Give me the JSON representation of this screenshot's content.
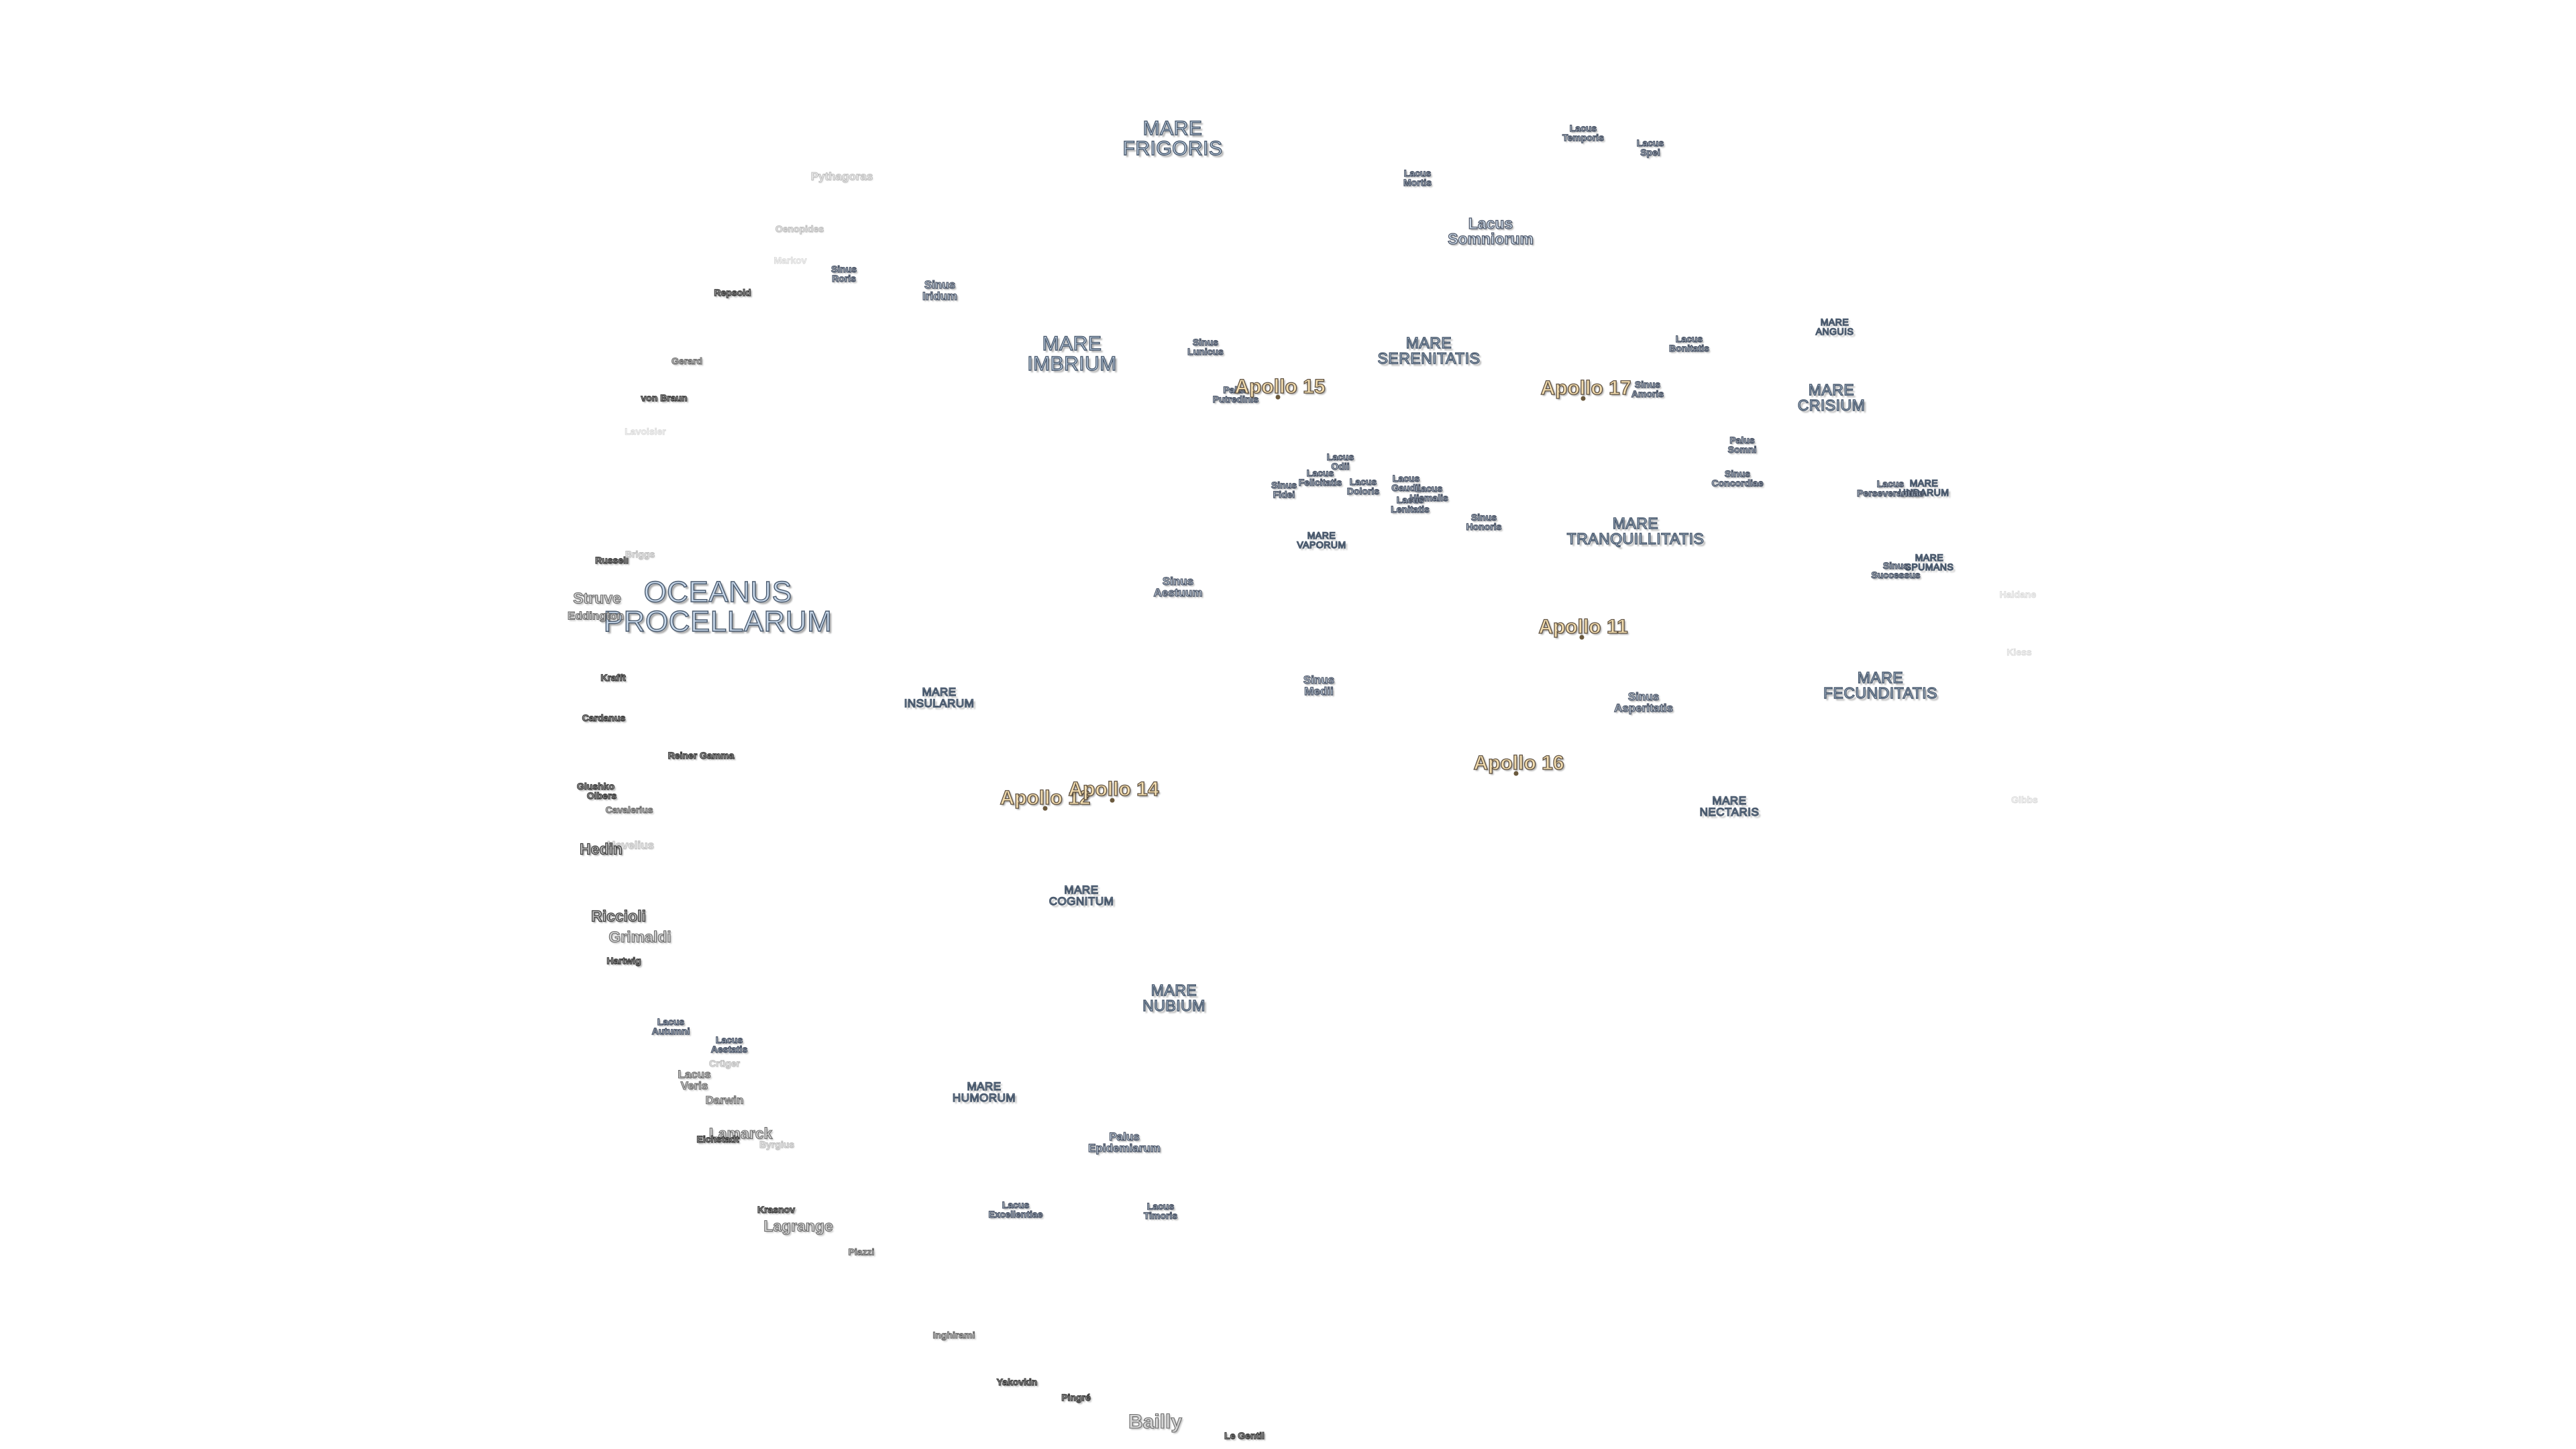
{
  "map": {
    "maria": [
      {
        "id": "oceanus-procellarum",
        "lines": [
          "OCEANUS",
          "PROCELLARUM"
        ]
      },
      {
        "id": "mare-frigoris",
        "lines": [
          "MARE",
          "FRIGORIS"
        ]
      },
      {
        "id": "mare-imbrium",
        "lines": [
          "MARE",
          "IMBRIUM"
        ]
      },
      {
        "id": "mare-serenitatis",
        "lines": [
          "MARE",
          "SERENITATIS"
        ]
      },
      {
        "id": "mare-tranquillitatis",
        "lines": [
          "MARE",
          "TRANQUILLITATIS"
        ]
      },
      {
        "id": "mare-crisium",
        "lines": [
          "MARE",
          "CRISIUM"
        ]
      },
      {
        "id": "mare-fecunditatis",
        "lines": [
          "MARE",
          "FECUNDITATIS"
        ]
      },
      {
        "id": "mare-nectaris",
        "lines": [
          "MARE",
          "NECTARIS"
        ]
      },
      {
        "id": "mare-insularum",
        "lines": [
          "MARE",
          "INSULARUM"
        ]
      },
      {
        "id": "mare-cognitum",
        "lines": [
          "MARE",
          "COGNITUM"
        ]
      },
      {
        "id": "mare-nubium",
        "lines": [
          "MARE",
          "NUBIUM"
        ]
      },
      {
        "id": "mare-humorum",
        "lines": [
          "MARE",
          "HUMORUM"
        ]
      },
      {
        "id": "mare-vaporum",
        "lines": [
          "MARE",
          "VAPORUM"
        ]
      },
      {
        "id": "mare-anguis",
        "lines": [
          "MARE",
          "ANGUIS"
        ]
      },
      {
        "id": "mare-undarum",
        "lines": [
          "MARE",
          "UNDARUM"
        ]
      },
      {
        "id": "mare-spumans",
        "lines": [
          "MARE",
          "SPUMANS"
        ]
      }
    ],
    "minor_features": [
      {
        "id": "lacus-temporis",
        "lines": [
          "Lacus",
          "Temporis"
        ]
      },
      {
        "id": "lacus-spei",
        "lines": [
          "Lacus",
          "Spei"
        ]
      },
      {
        "id": "lacus-mortis",
        "lines": [
          "Lacus",
          "Mortis"
        ]
      },
      {
        "id": "lacus-somniorum",
        "lines": [
          "Lacus",
          "Somniorum"
        ]
      },
      {
        "id": "sinus-roris",
        "lines": [
          "Sinus",
          "Roris"
        ]
      },
      {
        "id": "sinus-iridum",
        "lines": [
          "Sinus",
          "Iridum"
        ]
      },
      {
        "id": "sinus-lunicus",
        "lines": [
          "Sinus",
          "Lunicus"
        ]
      },
      {
        "id": "palus-putredinis",
        "lines": [
          "Palus",
          "Putredinis"
        ]
      },
      {
        "id": "lacus-bonitatis",
        "lines": [
          "Lacus",
          "Bonitatis"
        ]
      },
      {
        "id": "sinus-amoris",
        "lines": [
          "Sinus",
          "Amoris"
        ]
      },
      {
        "id": "palus-somni",
        "lines": [
          "Palus",
          "Somni"
        ]
      },
      {
        "id": "sinus-concordiae",
        "lines": [
          "Sinus",
          "Concordiae"
        ]
      },
      {
        "id": "lacus-perseverantiae",
        "lines": [
          "Lacus",
          "Perseverantiae"
        ]
      },
      {
        "id": "sinus-successus",
        "lines": [
          "Sinus",
          "Successus"
        ]
      },
      {
        "id": "lacus-odii",
        "lines": [
          "Lacus",
          "Odii"
        ]
      },
      {
        "id": "lacus-felicitatis",
        "lines": [
          "Lacus",
          "Felicitatis"
        ]
      },
      {
        "id": "lacus-doloris",
        "lines": [
          "Lacus",
          "Doloris"
        ]
      },
      {
        "id": "sinus-fidei",
        "lines": [
          "Sinus",
          "Fidei"
        ]
      },
      {
        "id": "lacus-gaudii",
        "lines": [
          "Lacus",
          "Gaudii"
        ]
      },
      {
        "id": "lacus-hiemalis",
        "lines": [
          "Lacus",
          "Hiemalis"
        ]
      },
      {
        "id": "lacus-lenitatis",
        "lines": [
          "Lacus",
          "Lenitatis"
        ]
      },
      {
        "id": "sinus-honoris",
        "lines": [
          "Sinus",
          "Honoris"
        ]
      },
      {
        "id": "sinus-aestuum",
        "lines": [
          "Sinus",
          "Aestuum"
        ]
      },
      {
        "id": "sinus-medii",
        "lines": [
          "Sinus",
          "Medii"
        ]
      },
      {
        "id": "sinus-asperitatis",
        "lines": [
          "Sinus",
          "Asperitatis"
        ]
      },
      {
        "id": "lacus-autumni",
        "lines": [
          "Lacus",
          "Autumni"
        ]
      },
      {
        "id": "lacus-aestatis",
        "lines": [
          "Lacus",
          "Aestatis"
        ]
      },
      {
        "id": "lacus-veris",
        "lines": [
          "Lacus",
          "Veris"
        ]
      },
      {
        "id": "palus-epidemiarum",
        "lines": [
          "Palus",
          "Epidemiarum"
        ]
      },
      {
        "id": "lacus-excellentiae",
        "lines": [
          "Lacus",
          "Excellentiae"
        ]
      },
      {
        "id": "lacus-timoris",
        "lines": [
          "Lacus",
          "Timoris"
        ]
      }
    ],
    "craters": [
      {
        "id": "pythagoras",
        "name": "Pythagoras"
      },
      {
        "id": "oenopides",
        "name": "Oenopides"
      },
      {
        "id": "markov",
        "name": "Markov"
      },
      {
        "id": "repsold",
        "name": "Repsold"
      },
      {
        "id": "gerard",
        "name": "Gerard"
      },
      {
        "id": "von-braun",
        "name": "von Braun"
      },
      {
        "id": "lavoisier",
        "name": "Lavoisier"
      },
      {
        "id": "russell",
        "name": "Russell"
      },
      {
        "id": "briggs",
        "name": "Briggs"
      },
      {
        "id": "struve",
        "name": "Struve"
      },
      {
        "id": "eddington",
        "name": "Eddington"
      },
      {
        "id": "krafft",
        "name": "Krafft"
      },
      {
        "id": "cardanus",
        "name": "Cardanus"
      },
      {
        "id": "reiner-gamma",
        "name": "Reiner Gamma"
      },
      {
        "id": "glushko",
        "name": "Glushko"
      },
      {
        "id": "olbers",
        "name": "Olbers"
      },
      {
        "id": "cavalerius",
        "name": "Cavalerius"
      },
      {
        "id": "hevelius",
        "name": "Hevelius"
      },
      {
        "id": "hedin",
        "name": "Hedin"
      },
      {
        "id": "riccioli",
        "name": "Riccioli"
      },
      {
        "id": "grimaldi",
        "name": "Grimaldi"
      },
      {
        "id": "hartwig",
        "name": "Hartwig"
      },
      {
        "id": "cruger",
        "name": "Crüger"
      },
      {
        "id": "darwin",
        "name": "Darwin"
      },
      {
        "id": "lamarck",
        "name": "Lamarck"
      },
      {
        "id": "eichstadt",
        "name": "Eichstadt"
      },
      {
        "id": "byrgius",
        "name": "Byrgius"
      },
      {
        "id": "krasnov",
        "name": "Krasnov"
      },
      {
        "id": "lagrange",
        "name": "Lagrange"
      },
      {
        "id": "piazzi",
        "name": "Piazzi"
      },
      {
        "id": "inghirami",
        "name": "Inghirami"
      },
      {
        "id": "yakovkin",
        "name": "Yakovkin"
      },
      {
        "id": "pingre",
        "name": "Pingré"
      },
      {
        "id": "bailly",
        "name": "Bailly"
      },
      {
        "id": "le-gentil",
        "name": "Le Gentil"
      },
      {
        "id": "haldane",
        "name": "Haldane"
      },
      {
        "id": "kiess",
        "name": "Kiess"
      },
      {
        "id": "gibbs",
        "name": "Gibbs"
      }
    ],
    "landing_sites": [
      {
        "id": "apollo-11",
        "name": "Apollo 11"
      },
      {
        "id": "apollo-12",
        "name": "Apollo 12"
      },
      {
        "id": "apollo-14",
        "name": "Apollo 14"
      },
      {
        "id": "apollo-15",
        "name": "Apollo 15"
      },
      {
        "id": "apollo-16",
        "name": "Apollo 16"
      },
      {
        "id": "apollo-17",
        "name": "Apollo 17"
      }
    ]
  }
}
